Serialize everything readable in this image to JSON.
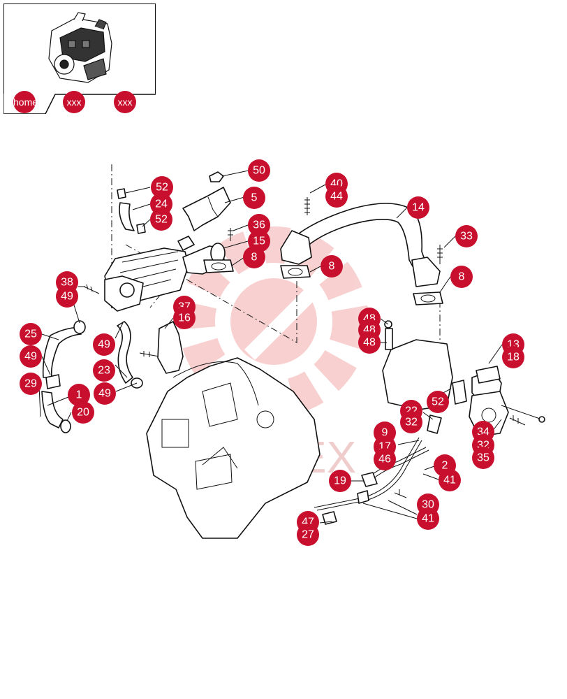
{
  "nav": {
    "home_label": "home",
    "crumb1_label": "xxx",
    "crumb2_label": "xxx"
  },
  "watermark": {
    "text": "ИНТЕХ",
    "color": "#e9a0a0"
  },
  "colors": {
    "callout": "#c8102e",
    "line": "#111111"
  },
  "callouts": [
    {
      "n": "50"
    },
    {
      "n": "52"
    },
    {
      "n": "24"
    },
    {
      "n": "52"
    },
    {
      "n": "5"
    },
    {
      "n": "36"
    },
    {
      "n": "15"
    },
    {
      "n": "8"
    },
    {
      "n": "40"
    },
    {
      "n": "44"
    },
    {
      "n": "14"
    },
    {
      "n": "8"
    },
    {
      "n": "33"
    },
    {
      "n": "8"
    },
    {
      "n": "38"
    },
    {
      "n": "49"
    },
    {
      "n": "37"
    },
    {
      "n": "16"
    },
    {
      "n": "25"
    },
    {
      "n": "49"
    },
    {
      "n": "49"
    },
    {
      "n": "23"
    },
    {
      "n": "49"
    },
    {
      "n": "29"
    },
    {
      "n": "1"
    },
    {
      "n": "20"
    },
    {
      "n": "48"
    },
    {
      "n": "48"
    },
    {
      "n": "48"
    },
    {
      "n": "13"
    },
    {
      "n": "18"
    },
    {
      "n": "52"
    },
    {
      "n": "22"
    },
    {
      "n": "32"
    },
    {
      "n": "9"
    },
    {
      "n": "17"
    },
    {
      "n": "46"
    },
    {
      "n": "34"
    },
    {
      "n": "32"
    },
    {
      "n": "35"
    },
    {
      "n": "2"
    },
    {
      "n": "41"
    },
    {
      "n": "19"
    },
    {
      "n": "30"
    },
    {
      "n": "41"
    },
    {
      "n": "47"
    },
    {
      "n": "27"
    }
  ]
}
